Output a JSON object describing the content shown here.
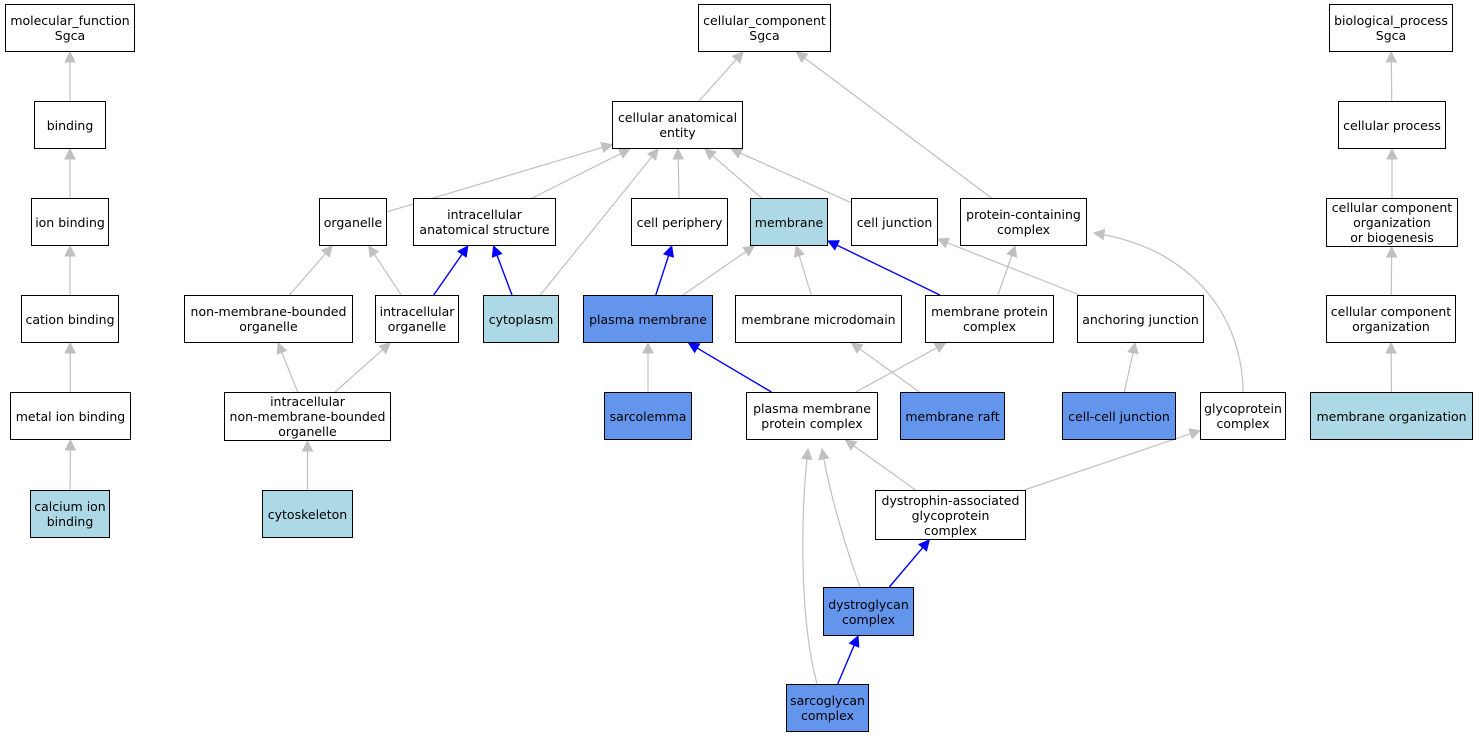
{
  "colors": {
    "white": "#ffffff",
    "light": "#add8e6",
    "blue": "#6495ed",
    "edge_gray": "#c0c0c0",
    "edge_blue": "#0000ff"
  },
  "nodes": [
    {
      "id": "mf",
      "label": "molecular_function\nSgca",
      "fill": "white"
    },
    {
      "id": "binding",
      "label": "binding",
      "fill": "white"
    },
    {
      "id": "ionbinding",
      "label": "ion binding",
      "fill": "white"
    },
    {
      "id": "cationbinding",
      "label": "cation binding",
      "fill": "white"
    },
    {
      "id": "metalion",
      "label": "metal ion binding",
      "fill": "white"
    },
    {
      "id": "calcium",
      "label": "calcium ion\nbinding",
      "fill": "light"
    },
    {
      "id": "cc",
      "label": "cellular_component\nSgca",
      "fill": "white"
    },
    {
      "id": "cae",
      "label": "cellular anatomical\nentity",
      "fill": "white"
    },
    {
      "id": "organelle",
      "label": "organelle",
      "fill": "white"
    },
    {
      "id": "ias",
      "label": "intracellular\nanatomical structure",
      "fill": "white"
    },
    {
      "id": "cellperiphery",
      "label": "cell periphery",
      "fill": "white"
    },
    {
      "id": "membrane",
      "label": "membrane",
      "fill": "light"
    },
    {
      "id": "celljunction",
      "label": "cell junction",
      "fill": "white"
    },
    {
      "id": "pcc",
      "label": "protein-containing\ncomplex",
      "fill": "white"
    },
    {
      "id": "nmbo",
      "label": "non-membrane-bounded\norganelle",
      "fill": "white"
    },
    {
      "id": "intorg",
      "label": "intracellular\norganelle",
      "fill": "white"
    },
    {
      "id": "cytoplasm",
      "label": "cytoplasm",
      "fill": "light"
    },
    {
      "id": "plasmamembrane",
      "label": "plasma membrane",
      "fill": "blue"
    },
    {
      "id": "memmicro",
      "label": "membrane microdomain",
      "fill": "white"
    },
    {
      "id": "mpc",
      "label": "membrane protein\ncomplex",
      "fill": "white"
    },
    {
      "id": "anchoring",
      "label": "anchoring junction",
      "fill": "white"
    },
    {
      "id": "inmbo",
      "label": "intracellular\nnon-membrane-bounded\norganelle",
      "fill": "white"
    },
    {
      "id": "sarcolemma",
      "label": "sarcolemma",
      "fill": "blue"
    },
    {
      "id": "pmpc",
      "label": "plasma membrane\nprotein complex",
      "fill": "white"
    },
    {
      "id": "memraft",
      "label": "membrane raft",
      "fill": "blue"
    },
    {
      "id": "ccjunction",
      "label": "cell-cell junction",
      "fill": "blue"
    },
    {
      "id": "glyco",
      "label": "glycoprotein\ncomplex",
      "fill": "white"
    },
    {
      "id": "cytoskeleton",
      "label": "cytoskeleton",
      "fill": "light"
    },
    {
      "id": "dagc",
      "label": "dystrophin-associated\nglycoprotein\ncomplex",
      "fill": "white"
    },
    {
      "id": "dystroglycan",
      "label": "dystroglycan\ncomplex",
      "fill": "blue"
    },
    {
      "id": "sarcoglycan",
      "label": "sarcoglycan\ncomplex",
      "fill": "blue"
    },
    {
      "id": "bp",
      "label": "biological_process\nSgca",
      "fill": "white"
    },
    {
      "id": "cellproc",
      "label": "cellular process",
      "fill": "white"
    },
    {
      "id": "ccob",
      "label": "cellular component\norganization\nor biogenesis",
      "fill": "white"
    },
    {
      "id": "cco",
      "label": "cellular component\norganization",
      "fill": "white"
    },
    {
      "id": "memorg",
      "label": "membrane organization",
      "fill": "light"
    }
  ],
  "edges": [
    {
      "from": "binding",
      "to": "mf",
      "color": "edge_gray"
    },
    {
      "from": "ionbinding",
      "to": "binding",
      "color": "edge_gray"
    },
    {
      "from": "cationbinding",
      "to": "ionbinding",
      "color": "edge_gray"
    },
    {
      "from": "metalion",
      "to": "cationbinding",
      "color": "edge_gray"
    },
    {
      "from": "calcium",
      "to": "metalion",
      "color": "edge_gray"
    },
    {
      "from": "cae",
      "to": "cc",
      "color": "edge_gray"
    },
    {
      "from": "pcc",
      "to": "cc",
      "color": "edge_gray"
    },
    {
      "from": "organelle",
      "to": "cae",
      "color": "edge_gray"
    },
    {
      "from": "ias",
      "to": "cae",
      "color": "edge_gray"
    },
    {
      "from": "cytoplasm",
      "to": "cae",
      "color": "edge_gray"
    },
    {
      "from": "cellperiphery",
      "to": "cae",
      "color": "edge_gray"
    },
    {
      "from": "membrane",
      "to": "cae",
      "color": "edge_gray"
    },
    {
      "from": "celljunction",
      "to": "cae",
      "color": "edge_gray"
    },
    {
      "from": "nmbo",
      "to": "organelle",
      "color": "edge_gray"
    },
    {
      "from": "intorg",
      "to": "organelle",
      "color": "edge_gray"
    },
    {
      "from": "intorg",
      "to": "ias",
      "color": "edge_blue"
    },
    {
      "from": "cytoplasm",
      "to": "ias",
      "color": "edge_blue"
    },
    {
      "from": "plasmamembrane",
      "to": "cellperiphery",
      "color": "edge_blue"
    },
    {
      "from": "plasmamembrane",
      "to": "membrane",
      "color": "edge_gray"
    },
    {
      "from": "memmicro",
      "to": "membrane",
      "color": "edge_gray"
    },
    {
      "from": "mpc",
      "to": "membrane",
      "color": "edge_blue"
    },
    {
      "from": "mpc",
      "to": "pcc",
      "color": "edge_gray"
    },
    {
      "from": "anchoring",
      "to": "celljunction",
      "color": "edge_gray"
    },
    {
      "from": "glyco",
      "to": "pcc",
      "color": "edge_gray"
    },
    {
      "from": "inmbo",
      "to": "nmbo",
      "color": "edge_gray"
    },
    {
      "from": "inmbo",
      "to": "intorg",
      "color": "edge_gray"
    },
    {
      "from": "cytoskeleton",
      "to": "inmbo",
      "color": "edge_gray"
    },
    {
      "from": "sarcolemma",
      "to": "plasmamembrane",
      "color": "edge_gray"
    },
    {
      "from": "pmpc",
      "to": "plasmamembrane",
      "color": "edge_blue"
    },
    {
      "from": "pmpc",
      "to": "mpc",
      "color": "edge_gray"
    },
    {
      "from": "memraft",
      "to": "memmicro",
      "color": "edge_gray"
    },
    {
      "from": "ccjunction",
      "to": "anchoring",
      "color": "edge_gray"
    },
    {
      "from": "dagc",
      "to": "pmpc",
      "color": "edge_gray"
    },
    {
      "from": "dagc",
      "to": "glyco",
      "color": "edge_gray"
    },
    {
      "from": "dystroglycan",
      "to": "pmpc",
      "color": "edge_gray"
    },
    {
      "from": "dystroglycan",
      "to": "dagc",
      "color": "edge_blue"
    },
    {
      "from": "sarcoglycan",
      "to": "pmpc",
      "color": "edge_gray"
    },
    {
      "from": "sarcoglycan",
      "to": "dystroglycan",
      "color": "edge_blue"
    },
    {
      "from": "cellproc",
      "to": "bp",
      "color": "edge_gray"
    },
    {
      "from": "ccob",
      "to": "cellproc",
      "color": "edge_gray"
    },
    {
      "from": "cco",
      "to": "ccob",
      "color": "edge_gray"
    },
    {
      "from": "memorg",
      "to": "cco",
      "color": "edge_gray"
    }
  ]
}
